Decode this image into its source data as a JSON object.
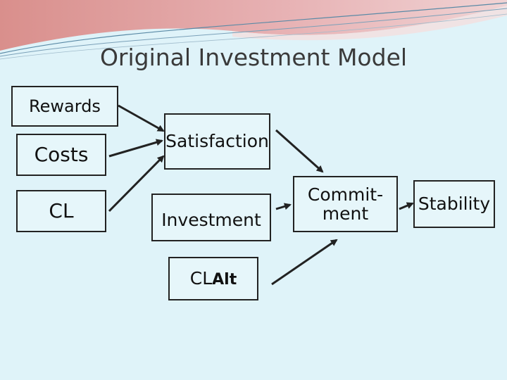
{
  "title": "Original Investment Model",
  "nodes": {
    "rewards": "Rewards",
    "costs": "Costs",
    "cl": "CL",
    "satisfaction": "Satisfaction",
    "investment": "Investment",
    "clalt_main": "CL",
    "clalt_sub": "Alt",
    "commitment_line1": "Commit-",
    "commitment_line2": "ment",
    "stability": "Stability"
  },
  "colors": {
    "background": "#dff3f9",
    "box_fill": "#e6f6fa",
    "border": "#222222",
    "arrow": "#222222",
    "title_text": "#3a3a3a"
  }
}
